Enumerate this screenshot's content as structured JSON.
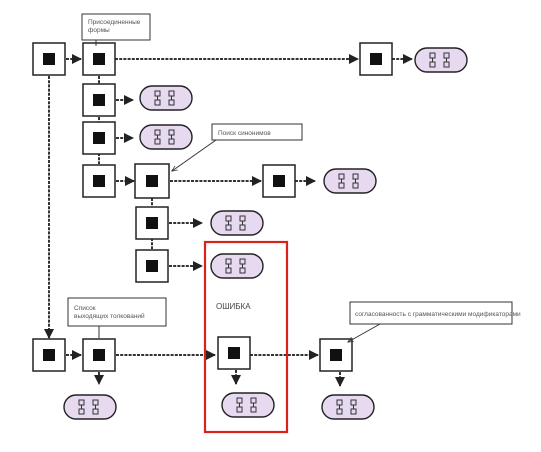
{
  "diagram": {
    "callouts": {
      "top": "Присоединенные формы",
      "synonyms": "Поиск синонимов",
      "bottom_left": "Список выходящих толкований",
      "bottom_right": "согласованность с грамматическими модификаторами"
    },
    "error_label": "ОШИБКА",
    "colors": {
      "pill_fill": "#e6d9f0",
      "highlight": "#d9221c",
      "node_core": "#111111"
    }
  }
}
